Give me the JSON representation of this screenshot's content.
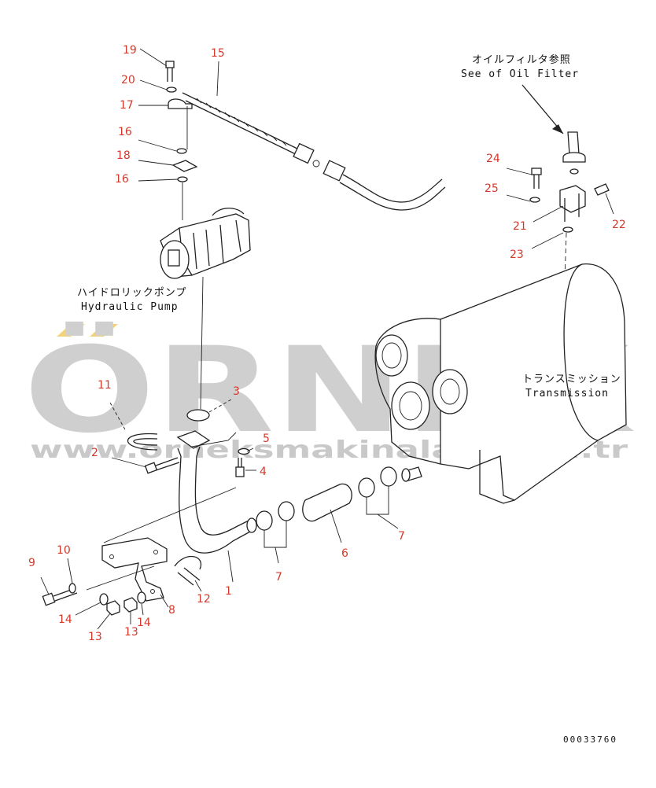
{
  "watermark": {
    "brand": "ÖRNEK",
    "url": "www.orneksmakinalari.com.tr",
    "accent_color": "#f2d27a",
    "gray_color": "#cfcfcf"
  },
  "callout_color": "#d33a2c",
  "captions": {
    "oil_filter_jp": "オイルフィルタ参照",
    "oil_filter_en": "See of Oil Filter",
    "pump_jp": "ハイドロリックポンプ",
    "pump_en": "Hydraulic Pump",
    "transmission_jp": "トランスミッション",
    "transmission_en": "Transmission"
  },
  "callouts": {
    "c19": "19",
    "c15": "15",
    "c20": "20",
    "c17": "17",
    "c16a": "16",
    "c18": "18",
    "c16b": "16",
    "c24": "24",
    "c25": "25",
    "c21": "21",
    "c22": "22",
    "c23": "23",
    "c11": "11",
    "c3": "3",
    "c2": "2",
    "c5": "5",
    "c4": "4",
    "c7a": "7",
    "c7b": "7",
    "c6": "6",
    "c1": "1",
    "c12": "12",
    "c8": "8",
    "c9": "9",
    "c10": "10",
    "c14a": "14",
    "c14b": "14",
    "c13a": "13",
    "c13b": "13"
  },
  "document_number": "00033760"
}
